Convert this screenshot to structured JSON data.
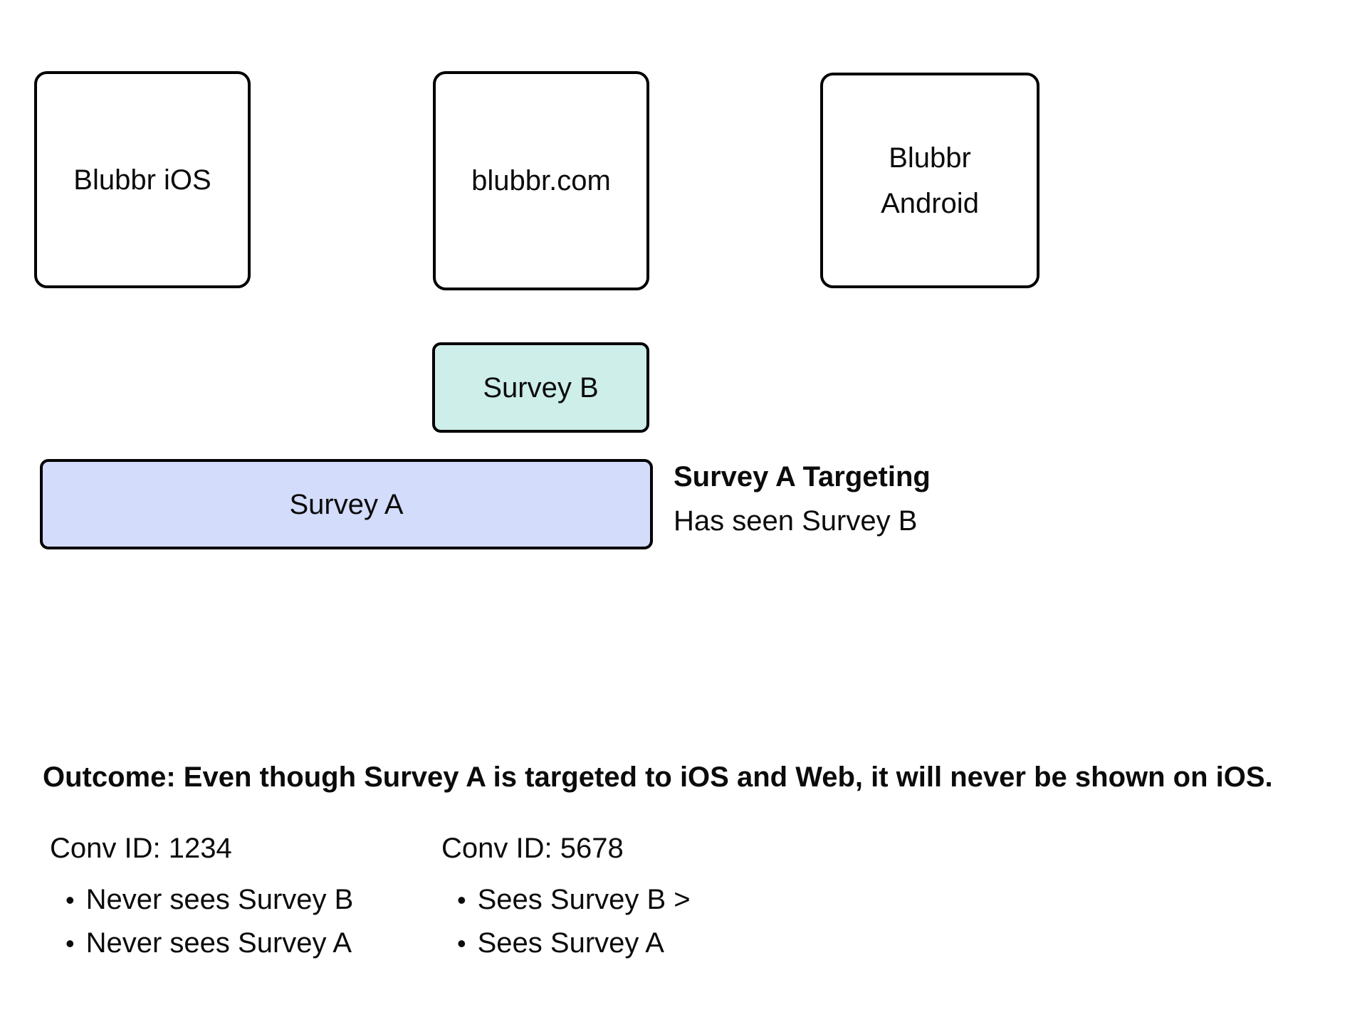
{
  "diagram": {
    "platforms": [
      {
        "label": "Blubbr iOS"
      },
      {
        "label": "blubbr.com"
      },
      {
        "label": "Blubbr Android"
      }
    ],
    "survey_b": {
      "label": "Survey B"
    },
    "survey_a": {
      "label": "Survey A"
    },
    "targeting": {
      "title": "Survey A Targeting",
      "rule": "Has seen Survey B"
    }
  },
  "outcome": "Outcome: Even though Survey A is targeted to iOS and Web, it will never be shown on iOS.",
  "conversations": [
    {
      "heading": "Conv ID: 1234",
      "items": [
        "Never sees Survey B",
        "Never sees Survey A"
      ]
    },
    {
      "heading": "Conv ID: 5678",
      "items": [
        "Sees Survey B >",
        "Sees Survey A"
      ]
    }
  ],
  "glyphs": {
    "bullet": "•"
  },
  "colors": {
    "survey_b_fill": "#cdeee9",
    "survey_a_fill": "#d3dcfa",
    "box_border": "#000000",
    "text": "#0b0b0b",
    "background": "#ffffff"
  }
}
